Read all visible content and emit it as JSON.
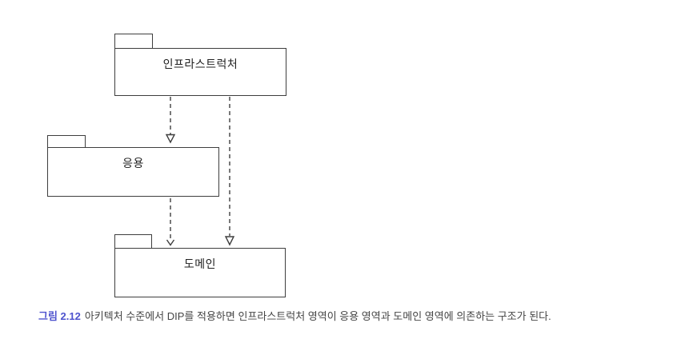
{
  "colors": {
    "caption-accent": "#4e53ce",
    "caption-text": "#454545",
    "diagram-line": "#3e3e3e",
    "label-text": "#222222",
    "background": "#ffffff"
  },
  "figure": {
    "caption": {
      "label": "그림 2.12",
      "text": "아키텍처 수준에서 DIP를 적용하면 인프라스트럭처 영역이 응용 영역과 도메인 영역에 의존하는 구조가 된다."
    },
    "diagram": {
      "type": "uml-package-diagram",
      "packages": [
        {
          "id": "infrastructure",
          "label": "인프라스트럭처"
        },
        {
          "id": "application",
          "label": "응용"
        },
        {
          "id": "domain",
          "label": "도메인"
        }
      ],
      "dependencies": [
        {
          "from": "infrastructure",
          "to": "application",
          "line": "dashed",
          "arrowhead": "hollow-triangle"
        },
        {
          "from": "infrastructure",
          "to": "domain",
          "line": "dashed",
          "arrowhead": "hollow-triangle"
        },
        {
          "from": "application",
          "to": "domain",
          "line": "dashed",
          "arrowhead": "open-v"
        }
      ]
    }
  }
}
